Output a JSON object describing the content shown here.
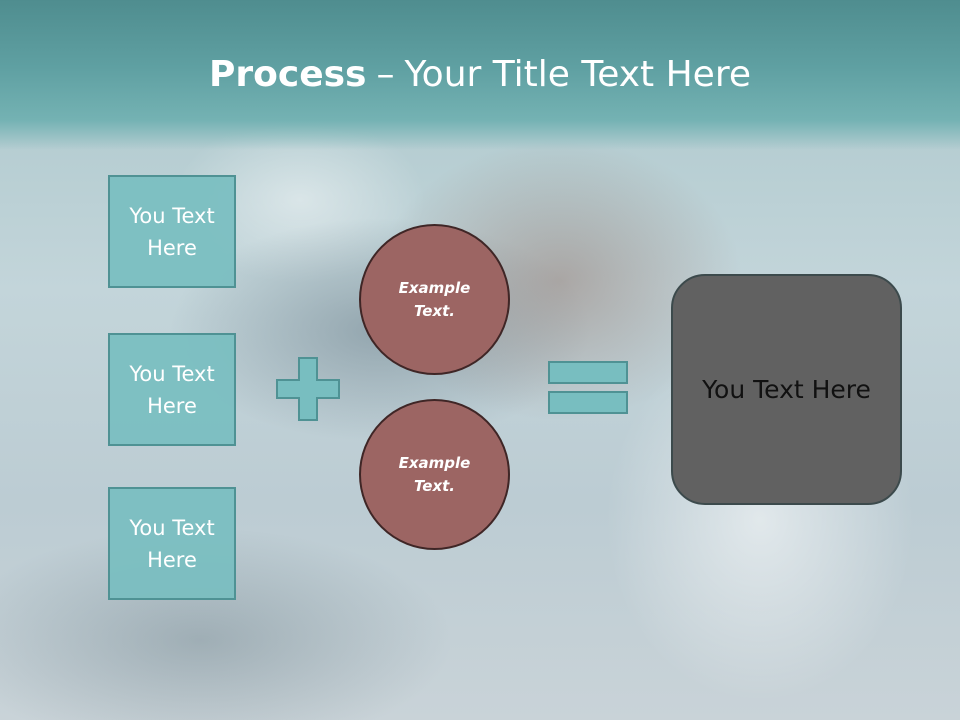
{
  "title": {
    "bold": "Process",
    "separator": "–",
    "rest": "Your Title Text Here"
  },
  "inputs": [
    {
      "text": "You Text Here"
    },
    {
      "text": "You Text Here"
    },
    {
      "text": "You Text Here"
    }
  ],
  "circles": [
    {
      "text": "Example Text."
    },
    {
      "text": "Example Text."
    }
  ],
  "result": {
    "text": "You Text Here"
  },
  "colors": {
    "teal_fill": "#78bec0",
    "teal_border": "#4f9294",
    "circle_fill": "#9c6563",
    "result_fill": "#616161"
  },
  "icons": {
    "plus": "plus-icon",
    "equals": "equals-icon"
  }
}
